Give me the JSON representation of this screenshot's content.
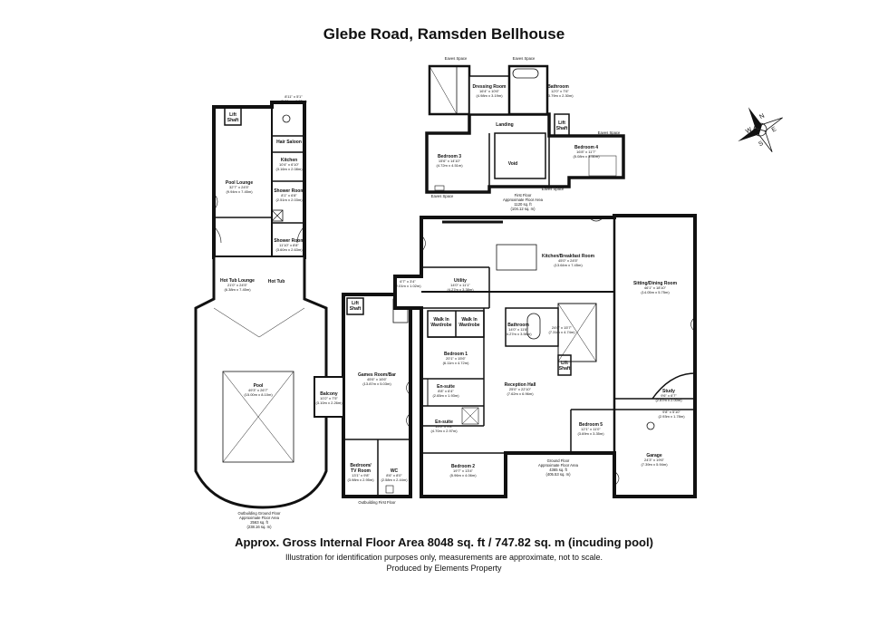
{
  "title": "Glebe Road, Ramsden Bellhouse",
  "footer": {
    "gross_area": "Approx. Gross Internal Floor Area 8048 sq. ft / 747.82 sq. m (incuding pool)",
    "disclaimer": "Illustration for identification purposes only, measurements are approximate, not to scale.",
    "producer": "Produced by Elements Property"
  },
  "compass": {
    "letters": [
      "N",
      "E",
      "S",
      "W"
    ]
  },
  "outbuilding_ground": {
    "top_dim": "8'11\" x 5'1\"",
    "top_dim_m": "(2.81m x 1.55m)",
    "lift": [
      "Lift",
      "Shaft"
    ],
    "hair_saloon": "Hair Saloon",
    "kitchen": {
      "name": "Kitchen",
      "d1": "10'4\" x 6'10\"",
      "d2": "(3.16m x 2.08m)"
    },
    "pool_lounge": {
      "name": "Pool Lounge",
      "d1": "32'7\" x 24'5\"",
      "d2": "(9.94m x 7.45m)"
    },
    "shower_room_1": {
      "name": "Shower Room",
      "d1": "8'1\" x 6'8\"",
      "d2": "(2.51m x 2.03m)"
    },
    "shower_room_2": {
      "name": "Shower Room",
      "d1": "11'10\" x 8'8\"",
      "d2": "(3.60m x 2.63m)"
    },
    "hot_tub_lounge": {
      "name": "Hot Tub Lounge",
      "d1": "21'0\" x 24'5\"",
      "d2": "(6.38m x 7.45m)"
    },
    "hot_tub": "Hot Tub",
    "pool": {
      "name": "Pool",
      "d1": "49'3\" x 26'7\"",
      "d2": "(15.00m x 8.10m)"
    },
    "caption": [
      "Outbuilding Ground Floor",
      "Approximate Floor Area",
      "2563 sq. ft",
      "(238.16 sq. m)"
    ]
  },
  "outbuilding_first": {
    "lift": [
      "Lift",
      "Shaft"
    ],
    "games": {
      "name": "Games Room/Bar",
      "d1": "45'6\" x 16'6\"",
      "d2": "(13.87m x 5.03m)"
    },
    "balcony": {
      "name": "Balcony",
      "d1": "10'2\" x 7'5\"",
      "d2": "(3.10m x 2.26m)"
    },
    "bedroom_tv": {
      "name": [
        "Bedroom/",
        "TV Room"
      ],
      "d1": "13'1\" x 9'8\"",
      "d2": "(3.98m x 2.95m)"
    },
    "wc": {
      "name": "WC",
      "d1": "8'6\" x 8'0\"",
      "d2": "(2.58m x 2.44m)"
    },
    "caption": "Outbuilding First Floor"
  },
  "first_floor": {
    "eaves": "Eaves Space",
    "dressing": {
      "name": "Dressing Room",
      "d1": "16'4\" x 10'6\"",
      "d2": "(4.98m x 3.19m)"
    },
    "bathroom": {
      "name": "Bathroom",
      "d1": "12'0\" x 7'6\"",
      "d2": "(3.79m x 2.30m)"
    },
    "landing": "Landing",
    "lift": [
      "Lift",
      "Shaft"
    ],
    "bedroom3": {
      "name": "Bedroom 3",
      "d1": "15'6\" x 14'10\"",
      "d2": "(4.72m x 4.51m)"
    },
    "void": "Void",
    "bedroom4": {
      "name": "Bedroom 4",
      "d1": "16'8\" x 11'7\"",
      "d2": "(5.08m x 3.51m)"
    },
    "caption": [
      "First Floor",
      "Approximate Floor Area",
      "1120 sq. ft",
      "(104.12 sq. m)"
    ]
  },
  "ground_floor": {
    "wc": {
      "name": "WC",
      "d1": "6'7\" x 3'4\"",
      "d2": "(2.01m x 1.02m)"
    },
    "utility": {
      "name": "Utility",
      "d1": "14'0\" x 11'1\"",
      "d2": "(4.27m x 3.38m)"
    },
    "kitchen": {
      "name": "Kitchen/Breakfast Room",
      "d1": "45'0\" x 24'5\"",
      "d2": "(13.64m x 7.45m)"
    },
    "sitting": {
      "name": "Sitting/Dining Room",
      "d1": "46'1\" x 18'10\"",
      "d2": "(14.05m x 5.75m)"
    },
    "walkin1": [
      "Walk In",
      "Wardrobe"
    ],
    "walkin2": [
      "Walk In",
      "Wardrobe"
    ],
    "bathroom": {
      "name": "Bathroom",
      "d1": "14'0\" x 11'8\"",
      "d2": "(4.27m x 3.56m)"
    },
    "gallery": {
      "d1": "24'0\" x 15'7\"",
      "d2": "(7.31m x 4.74m)"
    },
    "bedroom1": {
      "name": "Bedroom 1",
      "d1": "20'1\" x 15'6\"",
      "d2": "(6.11m x 4.72m)"
    },
    "lift": [
      "Lift",
      "Shaft"
    ],
    "ensuite1": {
      "name": "En-suite",
      "d1": "8'8\" x 6'4\"",
      "d2": "(2.65m x 1.93m)"
    },
    "reception": {
      "name": "Reception Hall",
      "d1": "25'0\" x 22'10\"",
      "d2": "(7.62m x 6.96m)"
    },
    "study": {
      "name": "Study",
      "d1": "9'6\" x 6'7\"",
      "d2": "(2.87m x 2.00m)"
    },
    "store": {
      "d1": "9'8\" x 5'10\"",
      "d2": "(2.93m x 1.78m)"
    },
    "ensuite2": {
      "name": "En-suite",
      "d1": "15'5\" x 9'8\"",
      "d2": "(4.70m x 2.97m)"
    },
    "bedroom5": {
      "name": "Bedroom 5",
      "d1": "12'1\" x 11'0\"",
      "d2": "(3.69m x 3.35m)"
    },
    "garage": {
      "name": "Garage",
      "d1": "24'3\" x 19'6\"",
      "d2": "(7.39m x 5.94m)"
    },
    "bedroom2": {
      "name": "Bedroom 2",
      "d1": "19'7\" x 13'4\"",
      "d2": "(5.96m x 4.06m)"
    },
    "caption": [
      "Ground Floor",
      "Approximate Floor Area",
      "4365 sq. ft",
      "(405.53 sq. m)"
    ]
  }
}
